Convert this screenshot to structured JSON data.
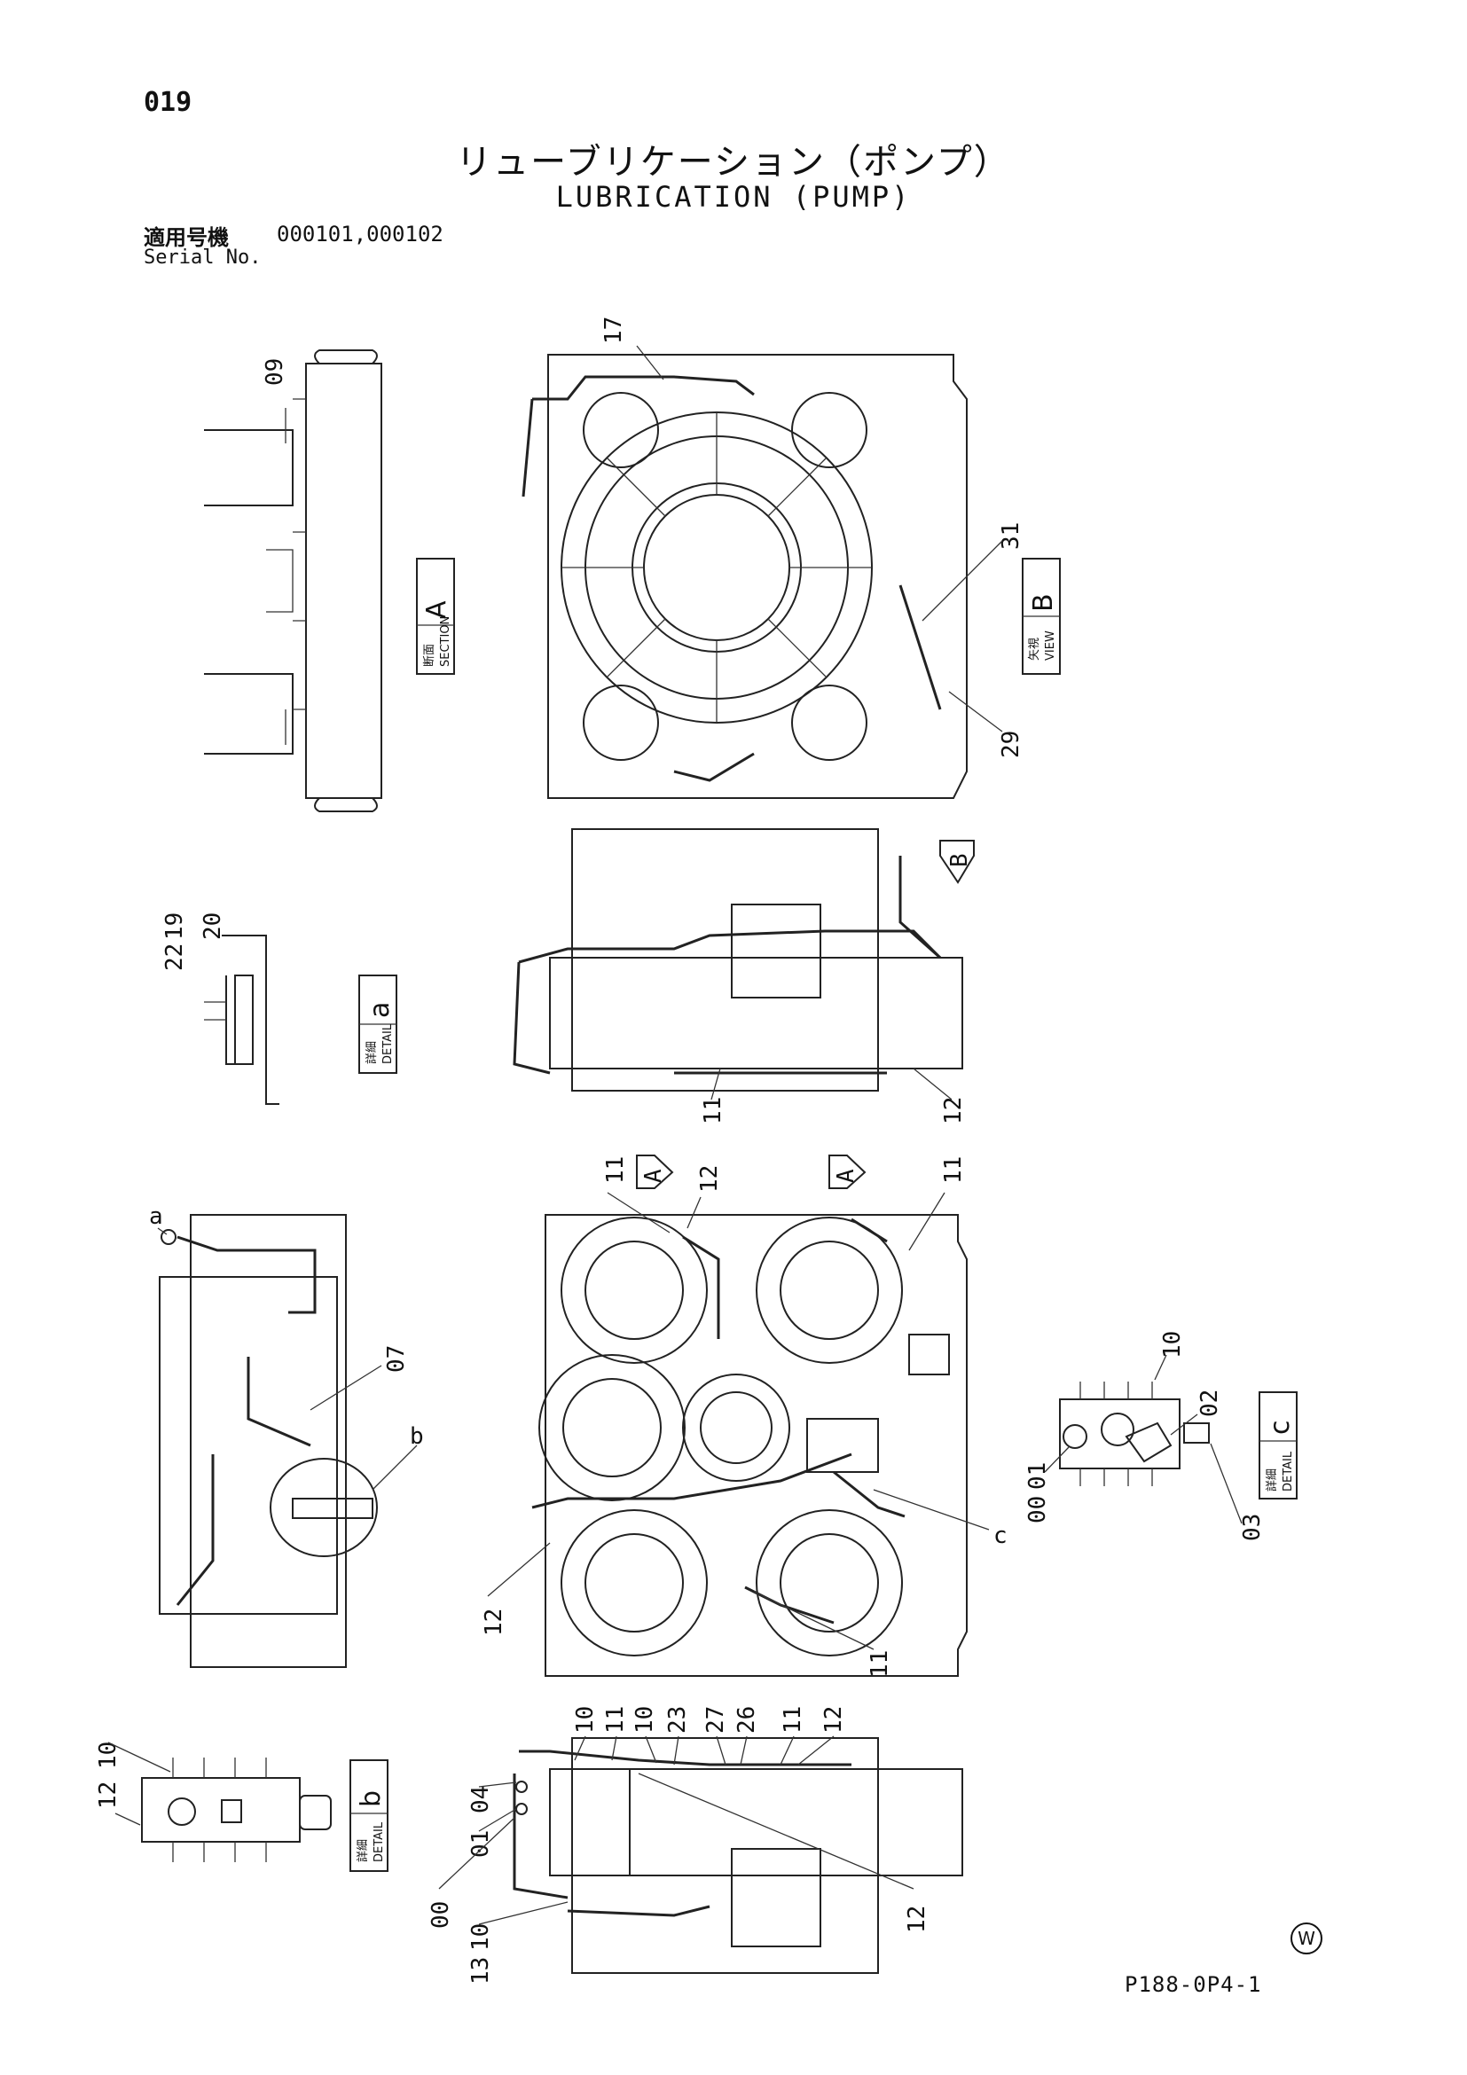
{
  "header": {
    "page_number": "019",
    "title_jp": "リューブリケーション（ポンプ）",
    "title_en": "LUBRICATION (PUMP)",
    "serial_label_jp": "適用号機",
    "serial_numbers": "000101,000102",
    "serial_label_en": "Serial No."
  },
  "view_boxes": {
    "section_a": {
      "jp": "断面",
      "en": "SECTION",
      "letter": "A"
    },
    "view_b": {
      "jp": "矢視",
      "en": "VIEW",
      "letter": "B"
    },
    "detail_a": {
      "jp": "詳細",
      "en": "DETAIL",
      "letter": "a"
    },
    "detail_c": {
      "jp": "詳細",
      "en": "DETAIL",
      "letter": "c"
    },
    "detail_b": {
      "jp": "詳細",
      "en": "DETAIL",
      "letter": "b"
    }
  },
  "arrow_markers": {
    "b_arrow": "B",
    "a_arrow_left": "A",
    "a_arrow_right": "A"
  },
  "part_labels": {
    "p09": "09",
    "p17": "17",
    "p31": "31",
    "p29": "29",
    "p19": "19",
    "p20": "20",
    "p22": "22",
    "p11_mid": "11",
    "p12_mid": "12",
    "p11_top_left": "11",
    "p12_top_mid": "12",
    "p11_top_right": "11",
    "p07": "07",
    "p12_bottom_left": "12",
    "p11_bottom_right": "11",
    "p10_c": "10",
    "p02_c": "02",
    "p01_c": "01",
    "p00_c": "00",
    "p03_c": "03",
    "p10_b": "10",
    "p12_b": "12",
    "p10_s1": "10",
    "p11_s": "11",
    "p10_s2": "10",
    "p23": "23",
    "p27": "27",
    "p26": "26",
    "p11_s2": "11",
    "p12_s": "12",
    "p04": "04",
    "p01_s": "01",
    "p00_s": "00",
    "p10_s3": "10",
    "p13": "13",
    "p12_s_bottom": "12"
  },
  "callouts": {
    "a": "a",
    "b": "b",
    "c": "c"
  },
  "footer": {
    "watermark": "W",
    "drawing_code": "P188-0P4-1"
  }
}
